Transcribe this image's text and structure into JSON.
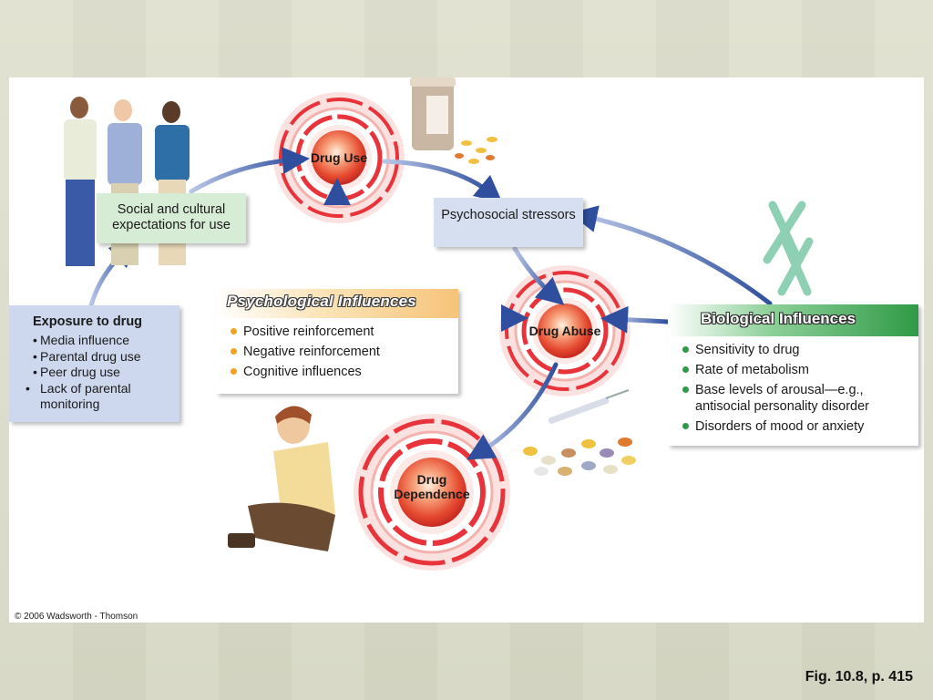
{
  "nodes": {
    "drug_use": "Drug Use",
    "drug_abuse": "Drug Abuse",
    "drug_dependence": "Drug Dependence"
  },
  "social_box": "Social and cultural expectations for use",
  "stressors_box": "Psychosocial stressors",
  "exposure": {
    "title": "Exposure to drug",
    "items": [
      "Media influence",
      "Parental drug use",
      "Peer drug use",
      "Lack of parental monitoring"
    ]
  },
  "psychological": {
    "title": "Psychological Influences",
    "items": [
      "Positive reinforcement",
      "Negative reinforcement",
      "Cognitive influences"
    ]
  },
  "biological": {
    "title": "Biological Influences",
    "items": [
      "Sensitivity to drug",
      "Rate of metabolism",
      "Base levels of arousal—e.g., antisocial personality disorder",
      "Disorders of mood or anxiety"
    ]
  },
  "copyright": "© 2006 Wadsworth - Thomson",
  "caption": "Fig. 10.8, p. 415",
  "colors": {
    "ring_red": "#e8333a",
    "ring_pink": "#f7c9c6",
    "arrow_blue": "#3e5ea8",
    "psych_orange": "#f2a21e",
    "bio_green": "#2f9a46"
  }
}
